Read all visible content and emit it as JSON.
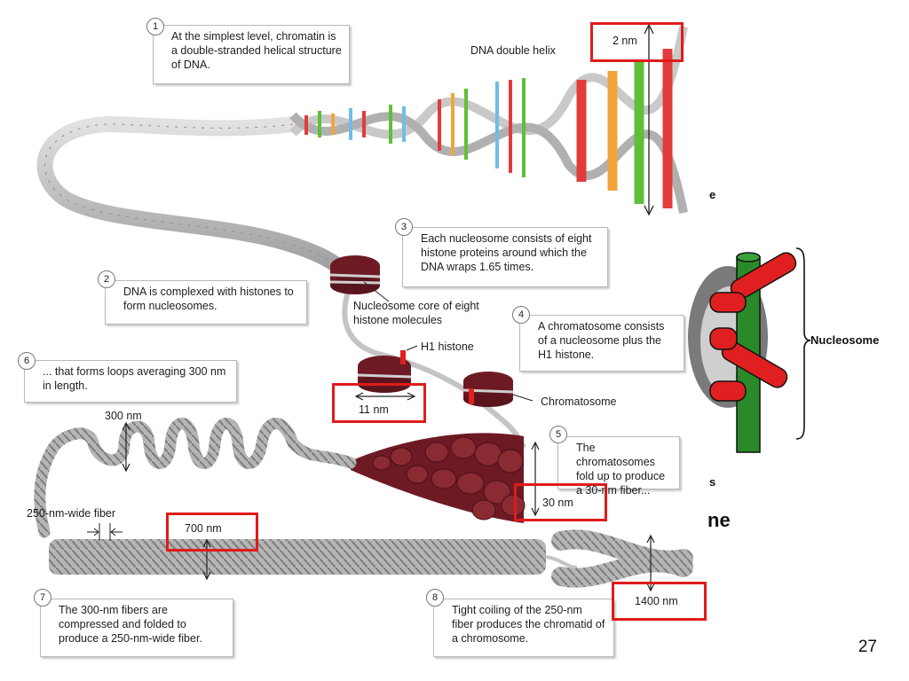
{
  "steps": [
    {
      "n": "1",
      "text": "At the simplest level, chromatin is a double-stranded helical structure of DNA."
    },
    {
      "n": "2",
      "text": "DNA is complexed with histones to form nucleosomes."
    },
    {
      "n": "3",
      "text": "Each nucleosome consists of eight histone proteins around which the DNA wraps 1.65 times."
    },
    {
      "n": "4",
      "text": "A chromatosome consists of a nucleosome plus the H1 histone."
    },
    {
      "n": "5",
      "text": "The chromatosomes fold up to produce a 30-nm fiber..."
    },
    {
      "n": "6",
      "text": "... that forms loops averaging 300 nm in length."
    },
    {
      "n": "7",
      "text": "The 300-nm fibers are compressed and folded to produce a 250-nm-wide fiber."
    },
    {
      "n": "8",
      "text": "Tight coiling of the 250-nm fiber produces the chromatid of a chromosome."
    }
  ],
  "labels": {
    "dna_helix": "DNA double helix",
    "core": "Nucleosome core of eight histone molecules",
    "h1": "H1 histone",
    "chromatosome": "Chromatosome",
    "loop300": "300 nm",
    "fiber250": "250-nm-wide fiber"
  },
  "measurements": {
    "nm2": "2 nm",
    "nm11": "11 nm",
    "nm30": "30 nm",
    "nm700": "700 nm",
    "nm1400": "1400 nm"
  },
  "side_image": {
    "label": "Nucleosome",
    "partial_top": "e",
    "partial_bottom": "s",
    "partial_word": "ne"
  },
  "page_number": "27",
  "colors": {
    "highlight": "#e01b1b",
    "histone": "#6d1a24",
    "linker": "#2a8a2a"
  }
}
